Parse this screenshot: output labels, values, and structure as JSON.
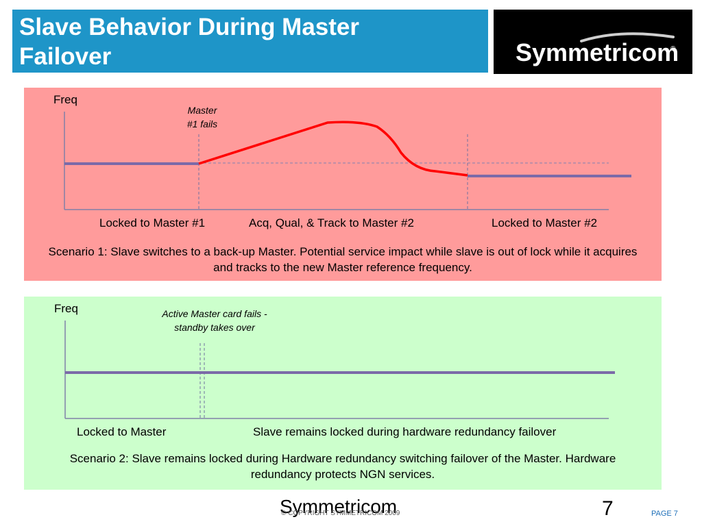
{
  "slide": {
    "title": "Slave Behavior During Master\nFailover",
    "logo_text": "Symmetricom",
    "logo_mark": "®",
    "footer_brand": "Symmetricom",
    "footer_copyright": "© COPYRIGHT SYMMETRICOM 2009",
    "slide_number": "7",
    "page_label": "PAGE 7"
  },
  "scenario1": {
    "axis_label": "Freq",
    "event_note": "Master\n#1 fails",
    "phase_labels": [
      "Locked to Master #1",
      "Acq, Qual, & Track to Master #2",
      "Locked to Master #2"
    ],
    "description": "Scenario 1: Slave switches to a back-up Master. Potential service impact while slave is out of lock while it acquires and tracks to the new Master reference frequency."
  },
  "scenario2": {
    "axis_label": "Freq",
    "event_note": "Active Master card fails - standby takes over",
    "phase_labels": [
      "Locked to Master",
      "Slave remains locked during hardware redundancy failover"
    ],
    "description": "Scenario 2: Slave remains locked during Hardware redundancy switching failover of the Master. Hardware redundancy protects NGN services."
  },
  "colors": {
    "title_bar": "#1e95c8",
    "panel1": "#ff9b9b",
    "panel2": "#ccffcc",
    "locked_line": "#7b6aa8",
    "transition_line": "#ff0000",
    "page_label": "#1e6fb8"
  }
}
